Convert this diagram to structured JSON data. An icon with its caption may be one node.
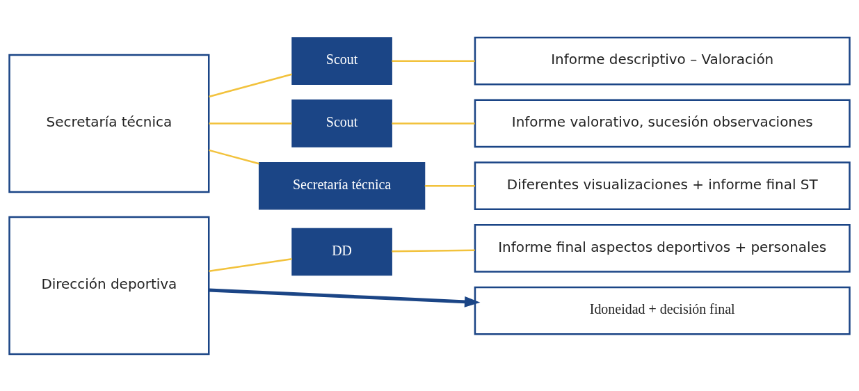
{
  "diagram": {
    "nodes": [
      {
        "text": [
          "Secretaría técnica"
        ]
      },
      {
        "text": [
          "Scout"
        ]
      },
      {
        "text": [
          "Informe descriptivo – Valoración"
        ]
      },
      {
        "text": [
          "Scout"
        ]
      },
      {
        "text": [
          "Informe valorativo, sucesión observaciones"
        ]
      },
      {
        "text": [
          "Secretaría técnica"
        ]
      },
      {
        "text": [
          "Diferentes visualizaciones + informe final ST"
        ]
      },
      {
        "text": [
          "Dirección deportiva"
        ]
      },
      {
        "text": [
          "DD"
        ]
      },
      {
        "text": [
          "Informe final aspectos deportivos + personales"
        ]
      },
      {
        "text": [
          "Idoneidad + decisión final"
        ]
      }
    ],
    "edges": [
      {
        "from": 0,
        "to": 1,
        "arrow": "none"
      },
      {
        "from": 1,
        "to": 2,
        "arrow": "none"
      },
      {
        "from": 0,
        "to": 3,
        "arrow": "none"
      },
      {
        "from": 3,
        "to": 4,
        "arrow": "none"
      },
      {
        "from": 0,
        "to": 5,
        "arrow": "none"
      },
      {
        "from": 5,
        "to": 6,
        "arrow": "none"
      },
      {
        "from": 7,
        "to": 8,
        "arrow": "none"
      },
      {
        "from": 8,
        "to": 9,
        "arrow": "none"
      },
      {
        "from": 7,
        "to": 10,
        "arrow": "to",
        "style": "thick",
        "color": "#1b4586"
      }
    ]
  }
}
